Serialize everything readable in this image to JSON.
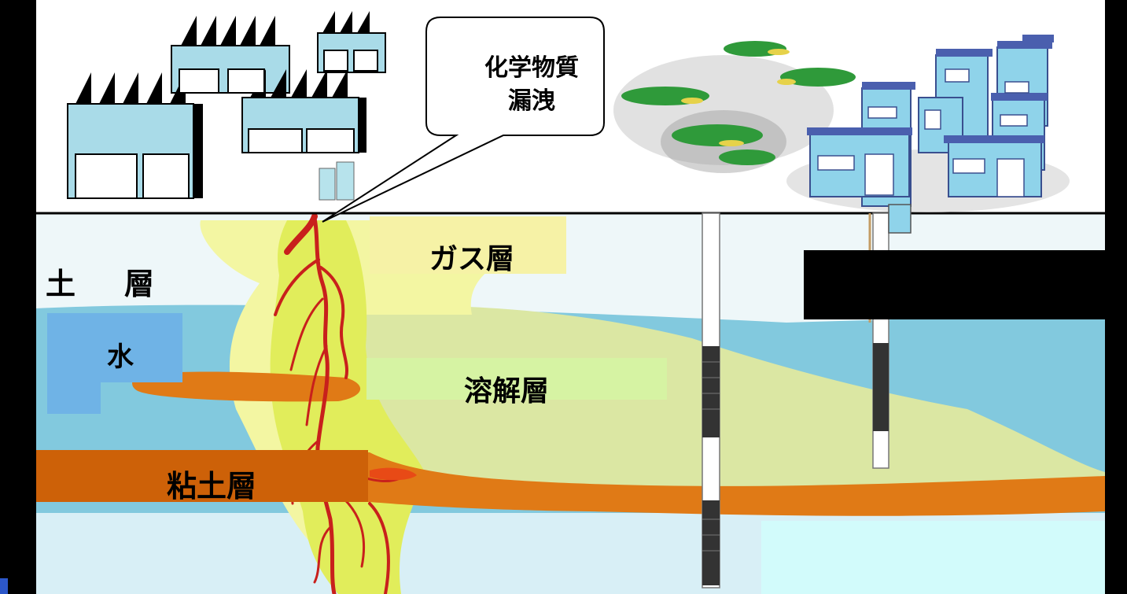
{
  "labels": {
    "soil_a": "土",
    "soil_b": "層",
    "water": "水",
    "gas_layer": "ガス層",
    "dissolved_layer": "溶解層",
    "clay_layer": "粘土層",
    "callout_line1": "化学物質",
    "callout_line2": "漏洩"
  },
  "colors": {
    "sky": "#ffffff",
    "soil": "#eef7f9",
    "groundwater": "#7fc8dd",
    "deep_water": "#d4eef5",
    "plume": "#e0ec5a",
    "plume_light": "#f2f6a0",
    "dissolved": "#dbe7a3",
    "clay": "#e07a16",
    "leak_veins": "#c8201c",
    "building": "#a9dbe8",
    "house": "#8fd3ea",
    "house_roof": "#4a5fae"
  }
}
